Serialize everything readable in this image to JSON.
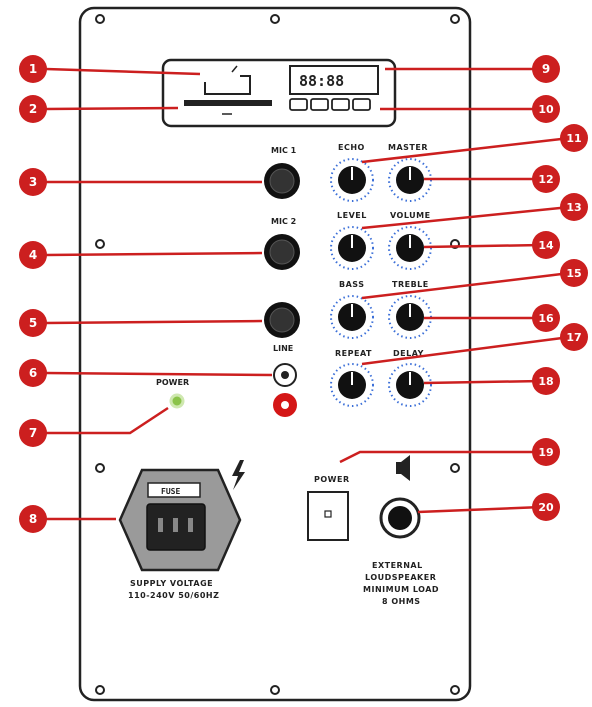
{
  "labels": {
    "mic1": "MIC 1",
    "mic2": "MIC 2",
    "line": "LINE",
    "power_led": "POWER",
    "echo": "ECHO",
    "master": "MASTER",
    "level": "LEVEL",
    "volume": "VOLUME",
    "bass": "BASS",
    "treble": "TREBLE",
    "repeat": "REPEAT",
    "delay": "DELAY",
    "power_switch": "POWER",
    "fuse": "FUSE",
    "mains_line1": "SUPPLY VOLTAGE",
    "mains_line2": "110-240V 50/60HZ",
    "speaker_line1": "EXTERNAL",
    "speaker_line2": "LOUDSPEAKER",
    "speaker_line3": "MINIMUM LOAD",
    "speaker_line4": "8 OHMS"
  },
  "callouts": [
    "1",
    "2",
    "3",
    "4",
    "5",
    "6",
    "7",
    "8",
    "9",
    "10",
    "11",
    "12",
    "13",
    "14",
    "15",
    "16",
    "17",
    "18",
    "19",
    "20"
  ],
  "colors": {
    "callout": "#cc1f1f",
    "panel_stroke": "#222222",
    "led": "#8bc34a",
    "rca_red": "#d41616",
    "knob_dots": "#3b6fd8"
  },
  "icons": {
    "sd_card": "sd-card-icon",
    "usb": "usb-slot-icon",
    "lightning": "lightning-icon",
    "speaker": "speaker-icon"
  }
}
